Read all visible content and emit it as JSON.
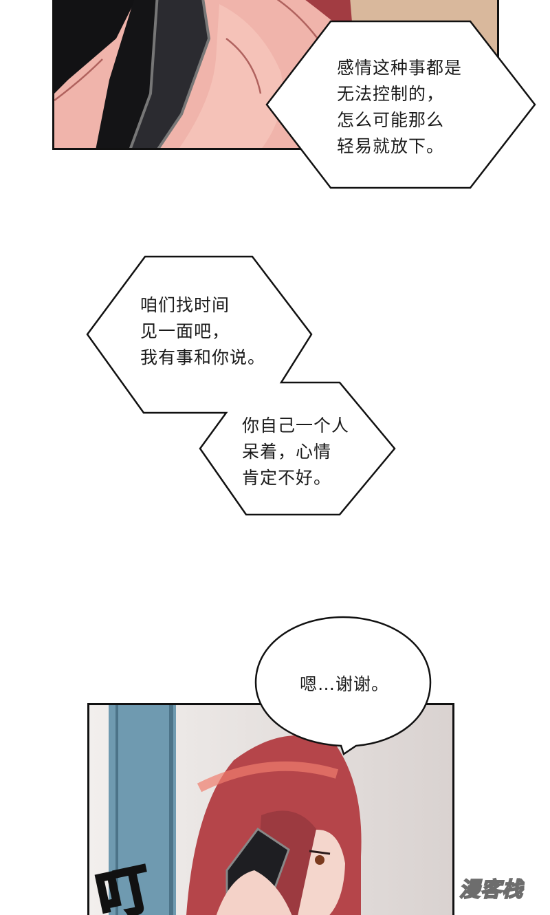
{
  "bubbles": {
    "bubble_1": {
      "lines": [
        "感情这种事都是",
        "无法控制的，",
        "怎么可能那么",
        "轻易就放下。"
      ]
    },
    "bubble_2": {
      "lines": [
        "咱们找时间",
        "见一面吧，",
        "我有事和你说。"
      ]
    },
    "bubble_3": {
      "lines": [
        "你自己一个人",
        "呆着，心情",
        "肯定不好。"
      ]
    },
    "bubble_4": {
      "lines": [
        "嗯…谢谢。"
      ]
    }
  },
  "sound_effect": "叮",
  "watermark": "漫客栈",
  "colors": {
    "skin": "#f2b8ae",
    "hair": "#b5454a",
    "door": "#6f9ab0",
    "phone": "#1e1e22"
  }
}
